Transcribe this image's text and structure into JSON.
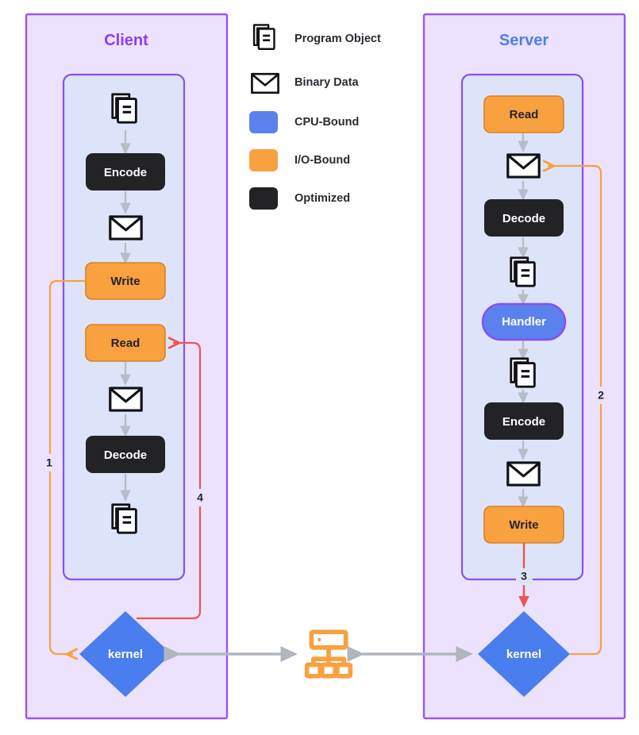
{
  "diagram": {
    "type": "flowchart",
    "title": "",
    "background": "#ffffff",
    "colors": {
      "lane_fill": "#ece2fd",
      "lane_border": "#9a55f2",
      "inner_fill": "#dde4f9",
      "inner_border": "#8a4ef0",
      "io_bound": "#f9a03f",
      "io_bound_border": "#d8822a",
      "cpu_bound": "#5b81ef",
      "cpu_bound_border": "#8a4ef0",
      "optimized": "#232326",
      "kernel": "#4a7ded",
      "arrow_gray": "#b7bcc6",
      "arrow_orange": "#f9a03f",
      "arrow_red": "#ef5350",
      "network_icon": "#f9a03f",
      "client_title": "#8b3ff0",
      "server_title": "#4f7df0",
      "icon_stroke": "#111118"
    }
  },
  "legend": {
    "items": [
      {
        "icon": "document-stack-icon",
        "label": "Program Object",
        "swatch": null
      },
      {
        "icon": "envelope-icon",
        "label": "Binary Data",
        "swatch": null
      },
      {
        "icon": "color-swatch",
        "label": "CPU-Bound",
        "swatch": "#5b81ef"
      },
      {
        "icon": "color-swatch",
        "label": "I/O-Bound",
        "swatch": "#f9a03f"
      },
      {
        "icon": "color-swatch",
        "label": "Optimized",
        "swatch": "#232326"
      }
    ]
  },
  "client": {
    "title": "Client",
    "nodes": [
      {
        "id": "c-obj-1",
        "kind": "document-stack-icon",
        "label": ""
      },
      {
        "id": "c-encode",
        "kind": "optimized",
        "label": "Encode"
      },
      {
        "id": "c-bin-1",
        "kind": "envelope-icon",
        "label": ""
      },
      {
        "id": "c-write",
        "kind": "io-bound",
        "label": "Write"
      },
      {
        "id": "c-read",
        "kind": "io-bound",
        "label": "Read"
      },
      {
        "id": "c-bin-2",
        "kind": "envelope-icon",
        "label": ""
      },
      {
        "id": "c-decode",
        "kind": "optimized",
        "label": "Decode"
      },
      {
        "id": "c-obj-2",
        "kind": "document-stack-icon",
        "label": ""
      }
    ],
    "kernel": {
      "id": "c-kernel",
      "kind": "kernel",
      "label": "kernel"
    }
  },
  "server": {
    "title": "Server",
    "nodes": [
      {
        "id": "s-read",
        "kind": "io-bound",
        "label": "Read"
      },
      {
        "id": "s-bin-1",
        "kind": "envelope-icon",
        "label": ""
      },
      {
        "id": "s-decode",
        "kind": "optimized",
        "label": "Decode"
      },
      {
        "id": "s-obj-1",
        "kind": "document-stack-icon",
        "label": ""
      },
      {
        "id": "s-handler",
        "kind": "cpu-bound",
        "label": "Handler"
      },
      {
        "id": "s-obj-2",
        "kind": "document-stack-icon",
        "label": ""
      },
      {
        "id": "s-encode",
        "kind": "optimized",
        "label": "Encode"
      },
      {
        "id": "s-bin-2",
        "kind": "envelope-icon",
        "label": ""
      },
      {
        "id": "s-write",
        "kind": "io-bound",
        "label": "Write"
      }
    ],
    "kernel": {
      "id": "s-kernel",
      "kind": "kernel",
      "label": "kernel"
    }
  },
  "network": {
    "icon": "network-hierarchy-icon",
    "label": ""
  },
  "edges": [
    {
      "id": "e1",
      "label": "1",
      "color": "#f9a03f",
      "from": "c-write",
      "to": "c-kernel"
    },
    {
      "id": "e2",
      "label": "2",
      "color": "#f9a03f",
      "from": "s-kernel",
      "to": "s-bin-1"
    },
    {
      "id": "e3",
      "label": "3",
      "color": "#ef5350",
      "from": "s-write",
      "to": "s-kernel"
    },
    {
      "id": "e4",
      "label": "4",
      "color": "#ef5350",
      "from": "c-kernel",
      "to": "c-read"
    }
  ]
}
